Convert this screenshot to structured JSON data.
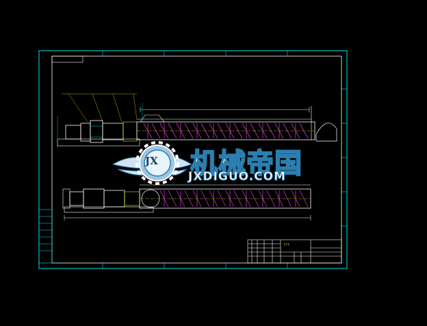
{
  "watermark": {
    "name_cn": "机械帝国",
    "name_en": "JXDIGUO.COM",
    "logo_letters": "JX"
  },
  "title_block": {
    "title": "???"
  },
  "colors": {
    "background": "#000000",
    "frame": "#00e5e5",
    "screw_flight": "#cc33cc",
    "annotation": "#e0e000",
    "body": "#ffffff",
    "watermark_outline": "#2a7fb0"
  }
}
